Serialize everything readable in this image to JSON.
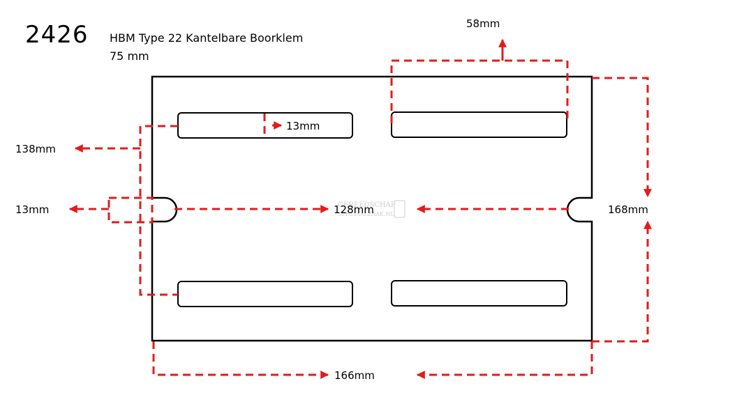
{
  "header": {
    "number": "2426",
    "title": "HBM Type 22 Kantelbare Boorklem",
    "subtitle": "75 mm"
  },
  "dimensions": {
    "top_width": "58mm",
    "slot_width": "13mm",
    "left_height": "138mm",
    "notch_depth": "13mm",
    "inner_width": "128mm",
    "right_height": "168mm",
    "bottom_width": "166mm"
  },
  "watermark": {
    "line1": "GEREEDSCHAP",
    "line2": "SPECIAALZAAK.NL"
  },
  "colors": {
    "outline": "#000000",
    "dimension": "#e31b1b",
    "background": "#ffffff"
  }
}
